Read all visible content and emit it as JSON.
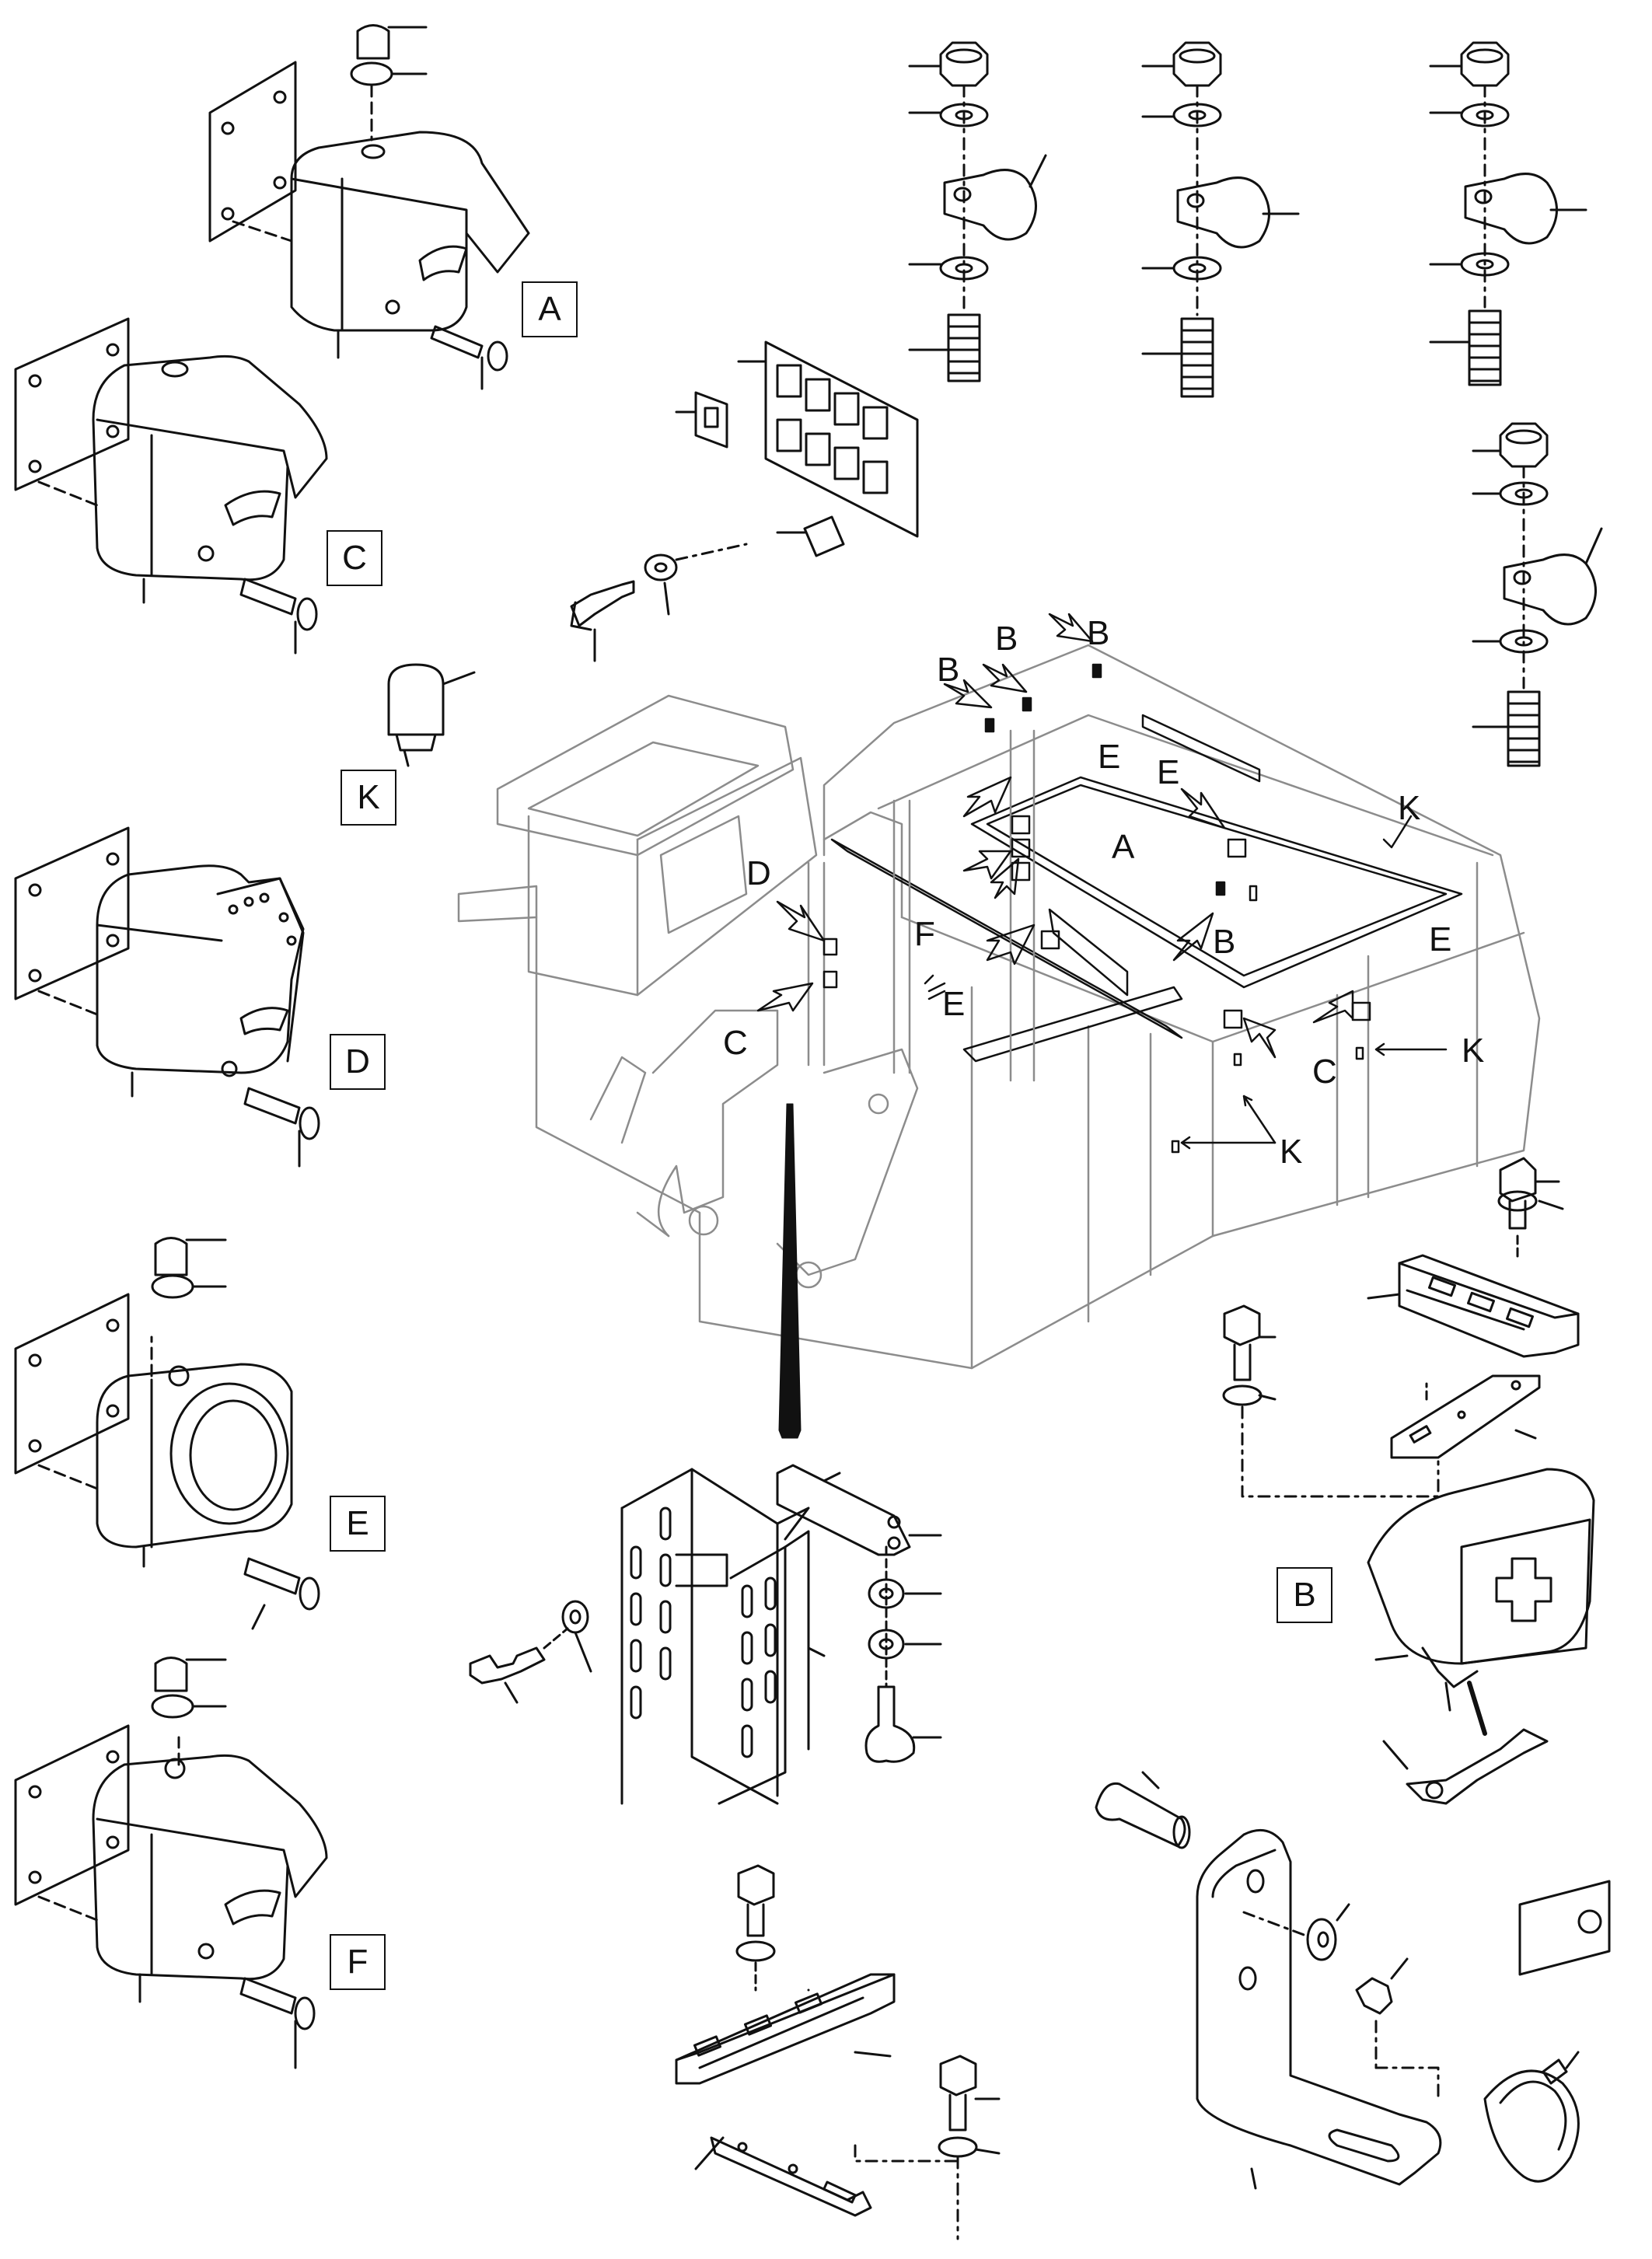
{
  "colors": {
    "line": "#111111",
    "hull": "#8c8c8c",
    "paper": "#ffffff"
  },
  "detail_boxes": [
    {
      "id": "A",
      "label": "A"
    },
    {
      "id": "C",
      "label": "C"
    },
    {
      "id": "K",
      "label": "K"
    },
    {
      "id": "D",
      "label": "D"
    },
    {
      "id": "E",
      "label": "E"
    },
    {
      "id": "F",
      "label": "F"
    },
    {
      "id": "B",
      "label": "B"
    }
  ],
  "callouts": [
    {
      "label": "B"
    },
    {
      "label": "B"
    },
    {
      "label": "B"
    },
    {
      "label": "B"
    },
    {
      "label": "E"
    },
    {
      "label": "E"
    },
    {
      "label": "E"
    },
    {
      "label": "E"
    },
    {
      "label": "A"
    },
    {
      "label": "D"
    },
    {
      "label": "F"
    },
    {
      "label": "C"
    },
    {
      "label": "C"
    },
    {
      "label": "K"
    },
    {
      "label": "K"
    },
    {
      "label": "K"
    }
  ],
  "icons": [
    "lamp-housing-icon",
    "gasket-plate-icon",
    "screw-icon",
    "washer-icon",
    "nut-icon",
    "cable-clamp-icon",
    "stud-icon",
    "bolt-icon",
    "cable-tray-icon",
    "bracket-icon",
    "work-light-icon",
    "cable-tie-icon",
    "switch-panel-icon",
    "machine-outline-icon"
  ]
}
